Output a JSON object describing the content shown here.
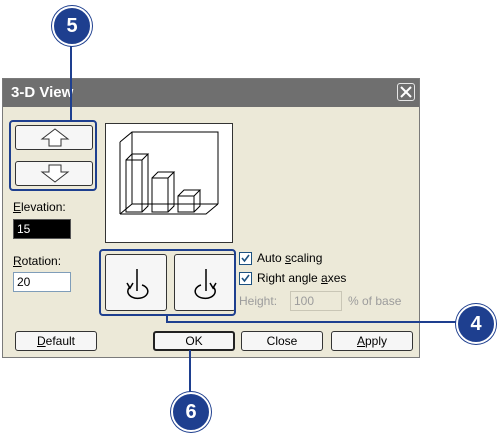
{
  "dialog": {
    "title": "3-D View",
    "close_icon": "close-x-icon"
  },
  "elevation": {
    "label_accel": "E",
    "label_rest": "levation:",
    "value": "15",
    "up_icon": "arrow-up-icon",
    "down_icon": "arrow-down-icon"
  },
  "rotation": {
    "label_accel": "R",
    "label_rest": "otation:",
    "value": "20",
    "left_icon": "rotate-left-icon",
    "right_icon": "rotate-right-icon"
  },
  "options": {
    "auto_scaling_pre": "Auto ",
    "auto_scaling_accel": "s",
    "auto_scaling_post": "caling",
    "auto_scaling_checked": true,
    "right_angle_pre": "Right angle ",
    "right_angle_accel": "a",
    "right_angle_post": "xes",
    "right_angle_checked": true,
    "height_label": "Height:",
    "height_value": "100",
    "height_suffix": "% of base"
  },
  "buttons": {
    "default_accel": "D",
    "default_rest": "efault",
    "ok": "OK",
    "close": "Close",
    "apply_accel": "A",
    "apply_rest": "pply"
  },
  "callouts": {
    "badge_5": "5",
    "badge_4": "4",
    "badge_6": "6"
  },
  "colors": {
    "callout": "#1e3f8f",
    "dialog_bg": "#ece9d8",
    "titlebar": "#6f6f6f"
  }
}
